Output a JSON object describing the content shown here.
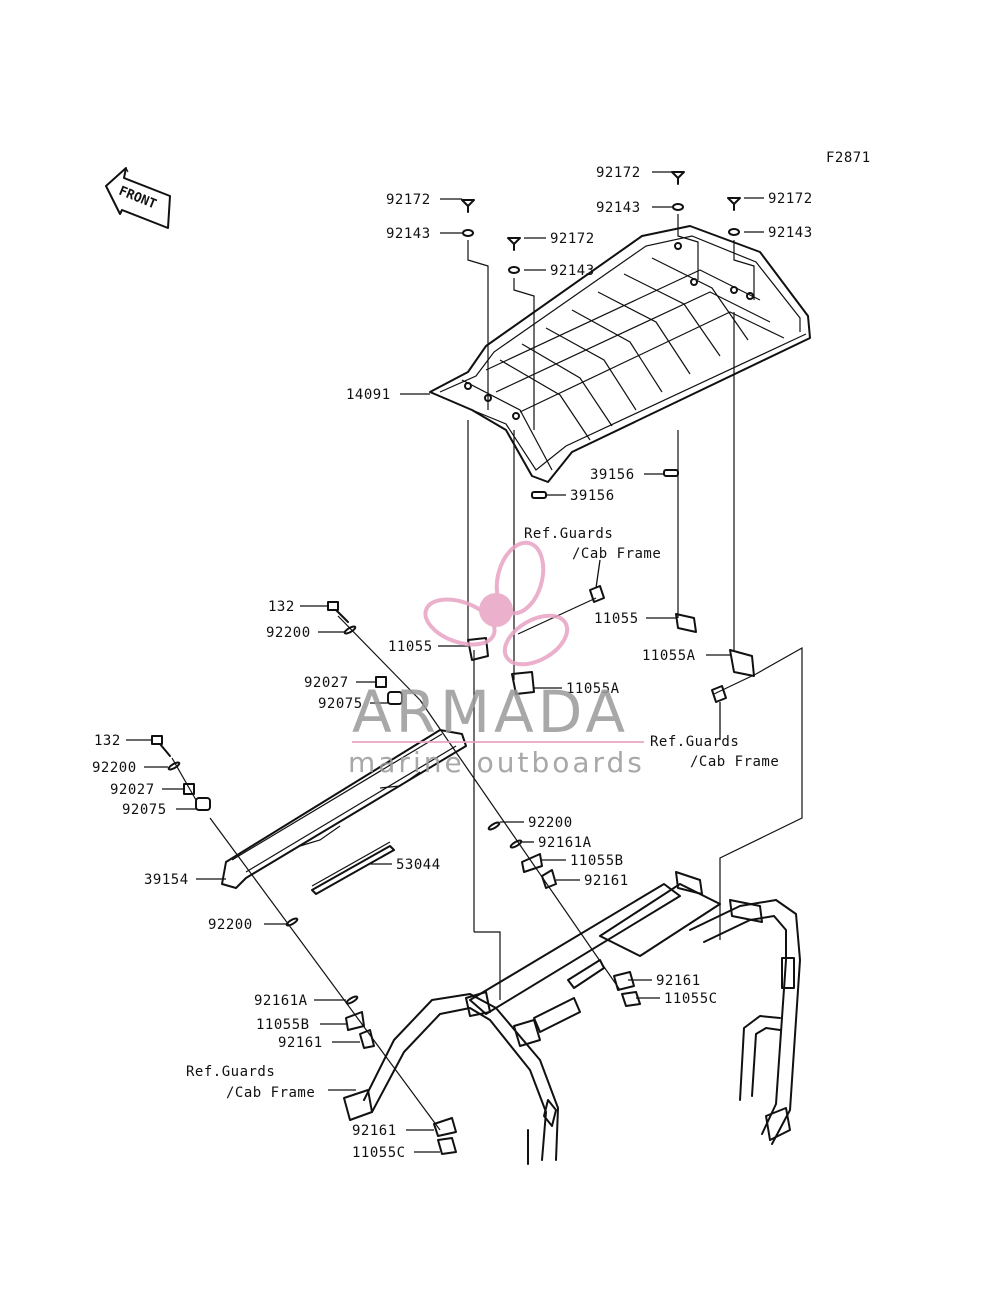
{
  "figure_code": "F2871",
  "front_arrow_label": "FRONT",
  "watermark": {
    "brand": "ARMADA",
    "tagline": "marine outboards",
    "colors": {
      "logo": "#e8a3c4",
      "text": "#9a9a9a"
    }
  },
  "part_labels": [
    "92172",
    "92143",
    "92172",
    "92143",
    "92172",
    "92143",
    "92172",
    "92143",
    "14091",
    "39156",
    "39156",
    "11055",
    "11055",
    "11055A",
    "11055A",
    "132",
    "92200",
    "92027",
    "92075",
    "132",
    "92200",
    "92027",
    "92075",
    "39154",
    "53044",
    "92200",
    "92161A",
    "11055B",
    "92161",
    "92200",
    "92161A",
    "11055B",
    "92161",
    "92161",
    "11055C",
    "92161",
    "11055C"
  ],
  "references": [
    {
      "line1": "Ref.Guards",
      "line2": "/Cab Frame"
    },
    {
      "line1": "Ref.Guards",
      "line2": "/Cab Frame"
    },
    {
      "line1": "Ref.Guards",
      "line2": "/Cab Frame"
    }
  ]
}
